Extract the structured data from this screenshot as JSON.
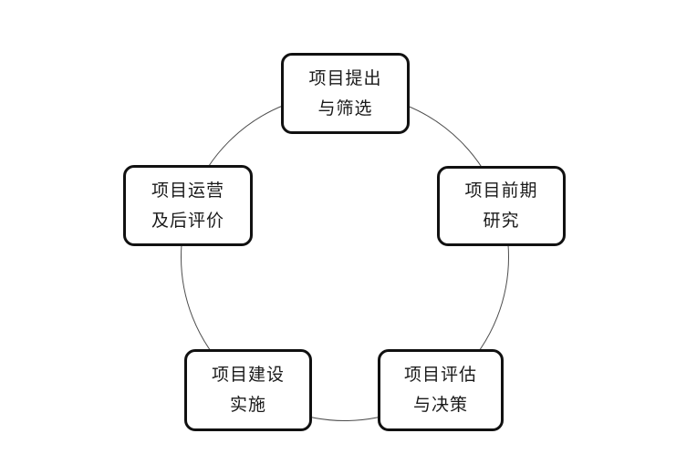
{
  "diagram": {
    "type": "cycle",
    "connector": "circle",
    "nodes": [
      {
        "position": "top",
        "label": "项目提出与筛选",
        "line1": "项目提出",
        "line2": "与筛选"
      },
      {
        "position": "right",
        "label": "项目前期研究",
        "line1": "项目前期",
        "line2": "研究"
      },
      {
        "position": "bottom-right",
        "label": "项目评估与决策",
        "line1": "项目评估",
        "line2": "与决策"
      },
      {
        "position": "bottom-left",
        "label": "项目建设实施",
        "line1": "项目建设",
        "line2": "实施"
      },
      {
        "position": "left",
        "label": "项目运营及后评价",
        "line1": "项目运营",
        "line2": "及后评价"
      }
    ],
    "colors": {
      "background": "#ffffff",
      "box_fill": "#ffffff",
      "box_border": "#111111",
      "circle_stroke": "#4d4d4d",
      "text": "#1a1a1a"
    }
  }
}
